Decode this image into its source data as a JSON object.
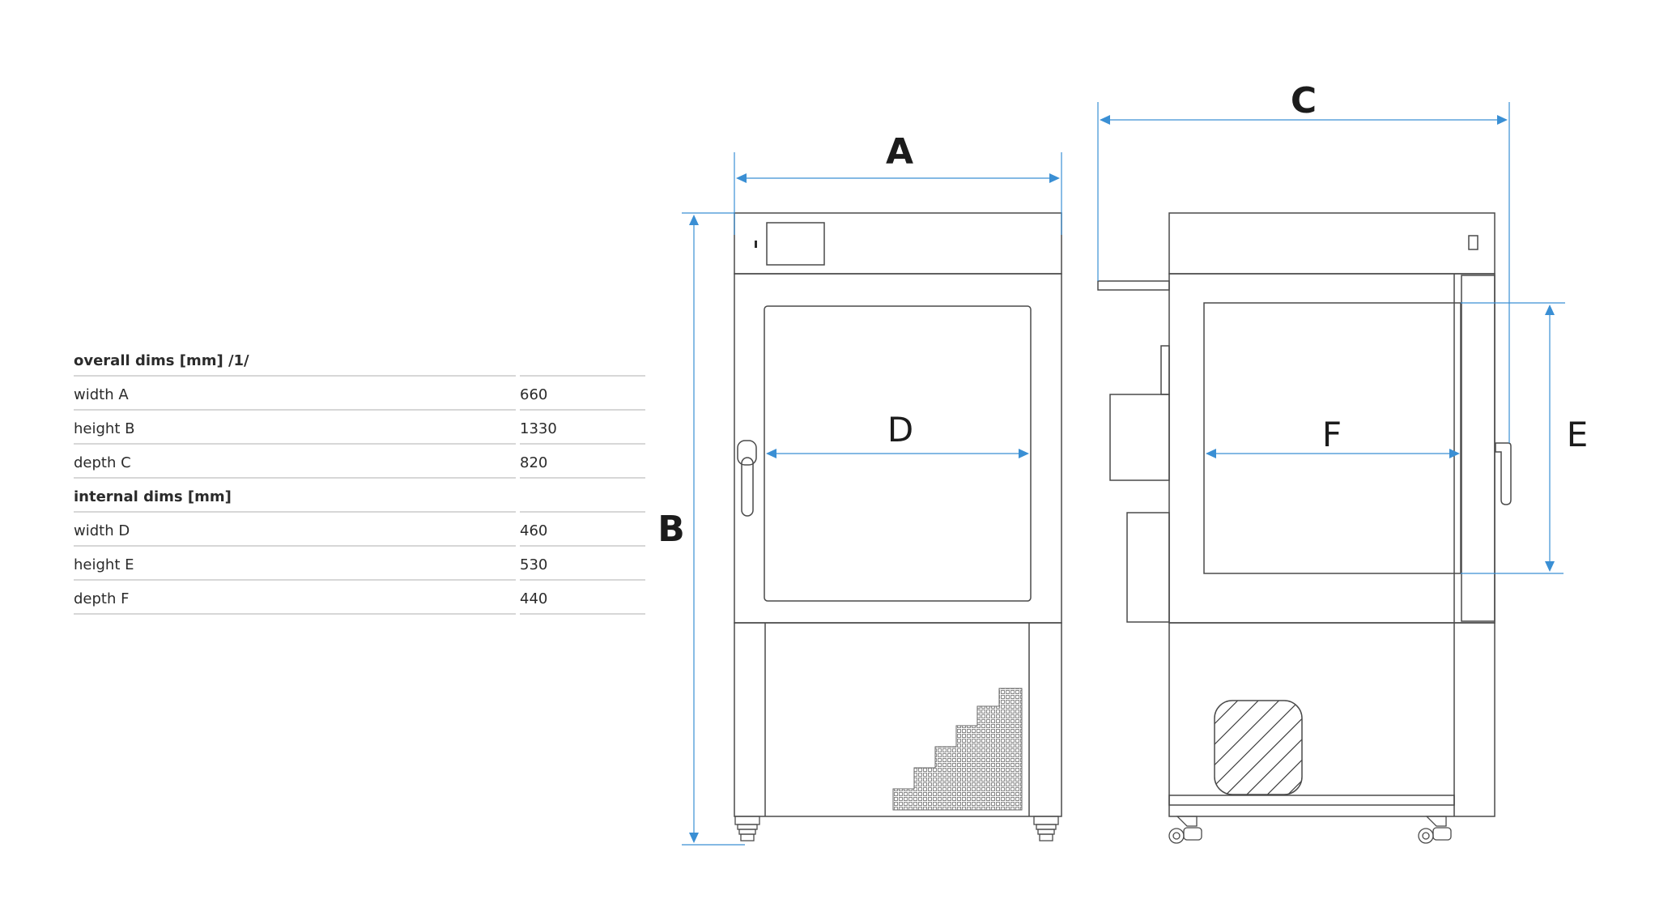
{
  "table": {
    "rows": [
      {
        "type": "section",
        "label": "overall dims [mm] /1/",
        "value": ""
      },
      {
        "type": "item",
        "label": "width A",
        "value": "660"
      },
      {
        "type": "item",
        "label": "height B",
        "value": "1330"
      },
      {
        "type": "item",
        "label": "depth C",
        "value": "820"
      },
      {
        "type": "section",
        "label": "internal dims [mm]",
        "value": ""
      },
      {
        "type": "item",
        "label": "width D",
        "value": "460"
      },
      {
        "type": "item",
        "label": "height E",
        "value": "530"
      },
      {
        "type": "item",
        "label": "depth F",
        "value": "440"
      }
    ]
  },
  "diagram": {
    "letters": {
      "A": "A",
      "B": "B",
      "C": "C",
      "D": "D",
      "E": "E",
      "F": "F"
    },
    "colors": {
      "dimension": "#3a8fd4",
      "outline": "#4a4a4a",
      "text": "#1c1c1c"
    }
  }
}
